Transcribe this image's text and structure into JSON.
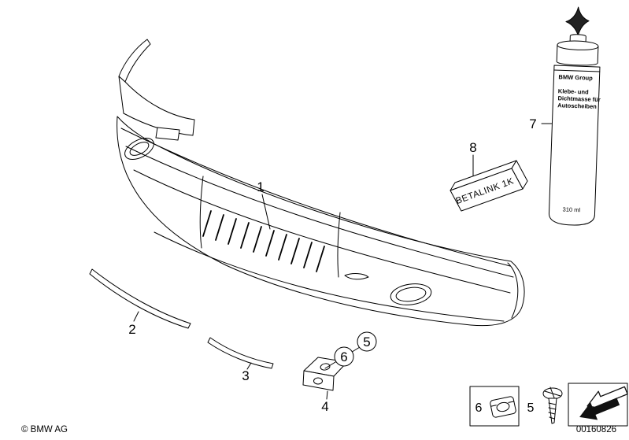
{
  "callouts": {
    "c1": "1",
    "c2": "2",
    "c3": "3",
    "c4": "4",
    "c5": "5",
    "c6": "6",
    "c7": "7",
    "c8": "8"
  },
  "tube": {
    "brand": "BMW Group",
    "desc1": "Klebe- und",
    "desc2": "Dichtmasse für",
    "desc3": "Autoscheiben",
    "volume": "310 ml"
  },
  "adhesive": {
    "label": "BETALINK 1K"
  },
  "legend": {
    "clip": "6",
    "screw": "5"
  },
  "footer": {
    "copyright": "© BMW AG",
    "doc_number": "00160826"
  }
}
